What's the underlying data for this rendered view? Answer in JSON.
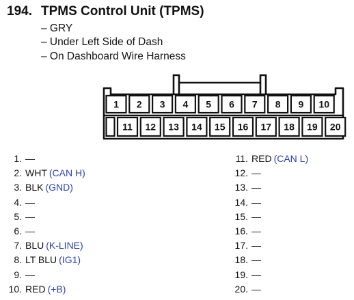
{
  "header": {
    "number": "194.",
    "title": "TPMS Control Unit (TPMS)"
  },
  "info": [
    "– GRY",
    "– Under Left Side of Dash",
    "– On Dashboard Wire Harness"
  ],
  "connector": {
    "top_row": [
      "1",
      "2",
      "3",
      "4",
      "5",
      "6",
      "7",
      "8",
      "9",
      "10"
    ],
    "bottom_row": [
      "11",
      "12",
      "13",
      "14",
      "15",
      "16",
      "17",
      "18",
      "19",
      "20"
    ]
  },
  "pins_left": [
    {
      "num": "1.",
      "wire": "—",
      "func": ""
    },
    {
      "num": "2.",
      "wire": "WHT",
      "func": "(CAN H)"
    },
    {
      "num": "3.",
      "wire": "BLK",
      "func": "(GND)"
    },
    {
      "num": "4.",
      "wire": "—",
      "func": ""
    },
    {
      "num": "5.",
      "wire": "—",
      "func": ""
    },
    {
      "num": "6.",
      "wire": "—",
      "func": ""
    },
    {
      "num": "7.",
      "wire": "BLU",
      "func": "(K-LINE)"
    },
    {
      "num": "8.",
      "wire": "LT BLU",
      "func": "(IG1)"
    },
    {
      "num": "9.",
      "wire": "—",
      "func": ""
    },
    {
      "num": "10.",
      "wire": "RED",
      "func": "(+B)"
    }
  ],
  "pins_right": [
    {
      "num": "11.",
      "wire": "RED",
      "func": "(CAN L)"
    },
    {
      "num": "12.",
      "wire": "—",
      "func": ""
    },
    {
      "num": "13.",
      "wire": "—",
      "func": ""
    },
    {
      "num": "14.",
      "wire": "—",
      "func": ""
    },
    {
      "num": "15.",
      "wire": "—",
      "func": ""
    },
    {
      "num": "16.",
      "wire": "—",
      "func": ""
    },
    {
      "num": "17.",
      "wire": "—",
      "func": ""
    },
    {
      "num": "18.",
      "wire": "—",
      "func": ""
    },
    {
      "num": "19.",
      "wire": "—",
      "func": ""
    },
    {
      "num": "20.",
      "wire": "—",
      "func": ""
    }
  ],
  "colors": {
    "function_text": "#2a3fb8",
    "text": "#111111"
  }
}
